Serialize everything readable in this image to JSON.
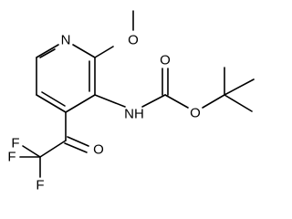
{
  "molecule": {
    "atoms": {
      "ring_nitrogen": "N",
      "methoxy_oxygen": "O",
      "amine_nh": "NH",
      "carbamate_carbonyl_oxygen": "O",
      "carbamate_ester_oxygen": "O",
      "ketone_oxygen": "O",
      "fluorine_top": "F",
      "fluorine_left": "F",
      "fluorine_bottom": "F"
    }
  }
}
